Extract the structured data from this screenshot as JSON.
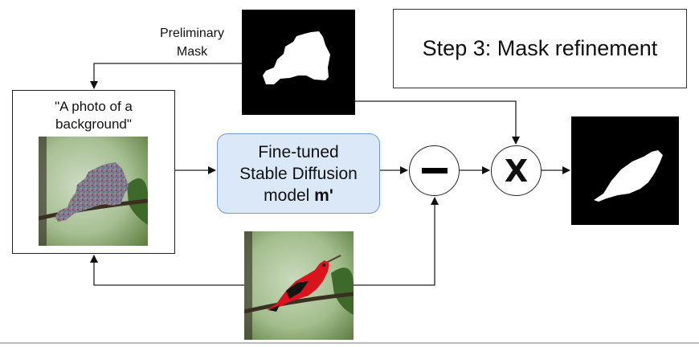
{
  "step_title": "Step 3: Mask refinement",
  "preliminary_label_line1": "Preliminary",
  "preliminary_label_line2": "Mask",
  "prompt_line1": "\"A photo of a",
  "prompt_line2": "background\"",
  "model_line1": "Fine-tuned",
  "model_line2": "Stable Diffusion",
  "model_line3_prefix": "model ",
  "model_line3_bold": "m'",
  "minus_symbol": "−",
  "times_symbol": "X",
  "colors": {
    "model_fill": "#dbe8f8",
    "model_border": "#6e9bd3",
    "bird_red": "#d9141c",
    "mask_black": "#000000"
  }
}
